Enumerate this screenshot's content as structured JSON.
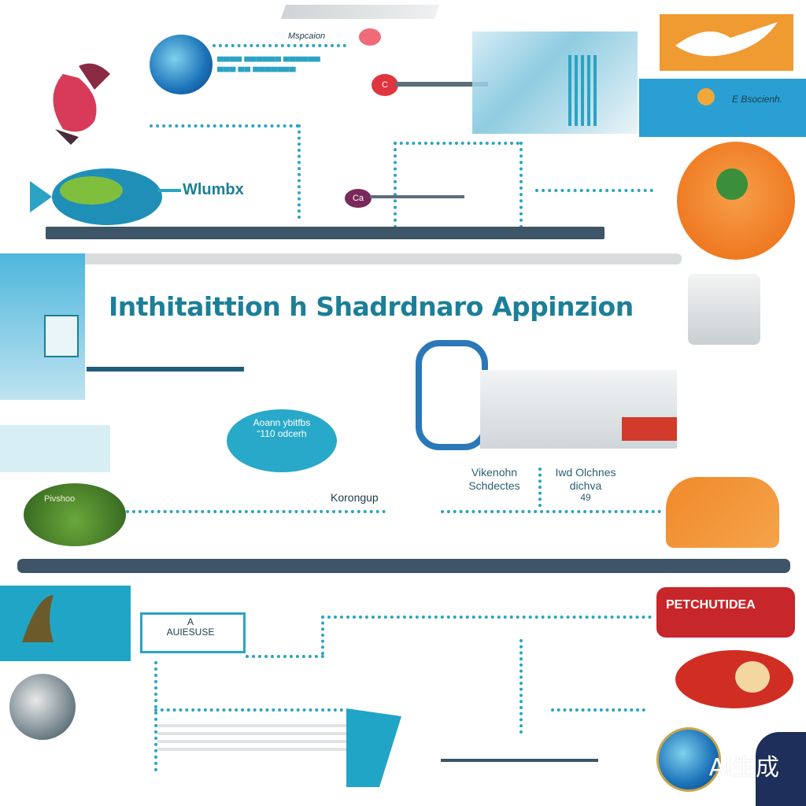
{
  "title": "Inthitaittion h Shadrdnaro Appinzion",
  "labels": {
    "top_pill": "Mspcaion",
    "top_node": "C",
    "mid_node": "Ca",
    "left_fish": "Wlumbx",
    "cyan_oval": "Aoann ybitfbs\n“110 odcerh",
    "green_oval": "Pivshoo",
    "bottom_left_tag": "Korongup",
    "center_a": "Vikenohn\nSchdectes",
    "center_b": "Iwd Olchnes\ndichva",
    "center_b_num": "49",
    "red_banner": "PETCHUTIDEA",
    "bottom_box": "A\nAUIESUSE",
    "watermark": "AI生成",
    "orange_panel": "E Bsocienh."
  },
  "icons": [
    "globe-icon",
    "bird-icon",
    "fish-icon",
    "building-icon",
    "island-icon"
  ],
  "colors": {
    "accent": "#1c7f97",
    "line": "#2aa3c4",
    "bar": "#3d5566",
    "orange": "#f08a2a",
    "red": "#c7262a",
    "cyan": "#28a9c9"
  }
}
